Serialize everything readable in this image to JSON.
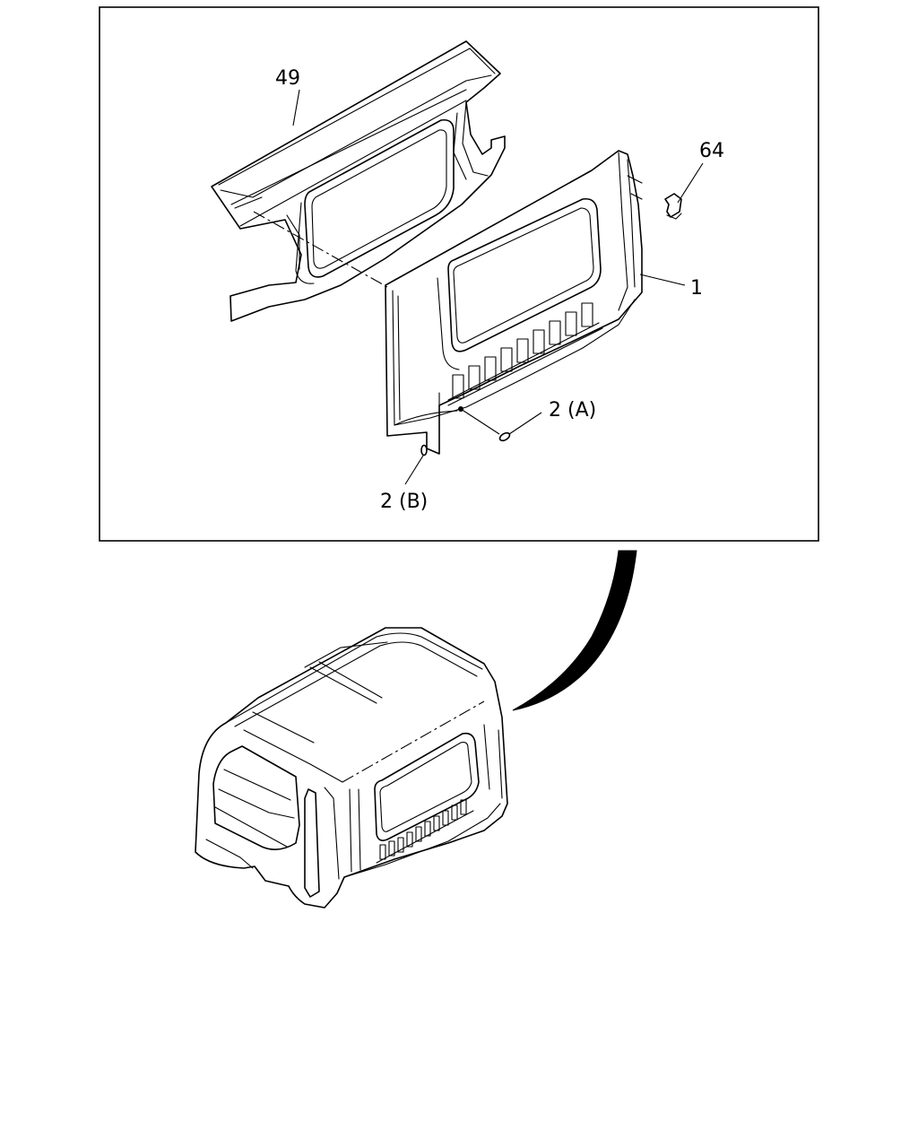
{
  "callouts": {
    "part_49": "49",
    "part_64": "64",
    "part_1": "1",
    "part_2a": "2 (A)",
    "part_2b": "2 (B)"
  },
  "colors": {
    "line": "#000000",
    "background": "#ffffff"
  }
}
